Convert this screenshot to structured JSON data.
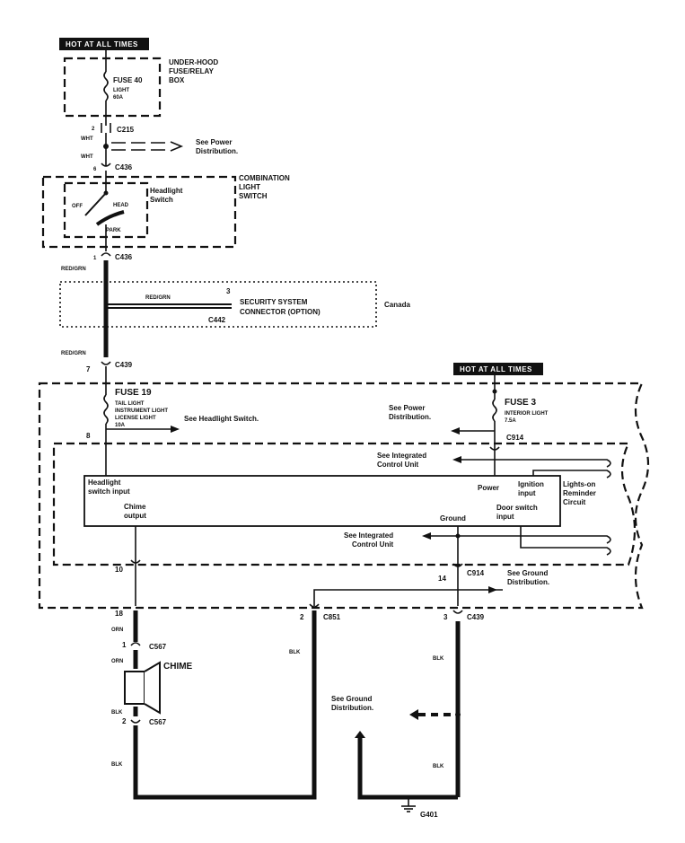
{
  "banners": {
    "hot_top": "HOT AT ALL TIMES",
    "hot_right": "HOT AT ALL TIMES"
  },
  "fusebox": {
    "name_line1": "UNDER-HOOD",
    "name_line2": "FUSE/RELAY",
    "name_line3": "BOX",
    "fuse": "FUSE 40",
    "fuse_sub1": "LIGHT",
    "fuse_sub2": "60A"
  },
  "connectors": {
    "c215": "C215",
    "c436a": "C436",
    "c436b": "C436",
    "c442": "C442",
    "c439a": "C439",
    "c914a": "C914",
    "c914b": "C914",
    "c851": "C851",
    "c439b": "C439",
    "c567a": "C567",
    "c567b": "C567",
    "g401": "G401"
  },
  "pins": {
    "p2a": "2",
    "p6": "6",
    "p1a": "1",
    "p3a": "3",
    "p7": "7",
    "p8": "8",
    "p10": "10",
    "p14": "14",
    "p18": "18",
    "p2b": "2",
    "p3b": "3",
    "p1b": "1",
    "p2c": "2"
  },
  "wires": {
    "wht1": "WHT",
    "wht2": "WHT",
    "redgrn1": "RED/GRN",
    "redgrn2": "RED/GRN",
    "redgrn3": "RED/GRN",
    "orn1": "ORN",
    "orn2": "ORN",
    "blk1": "BLK",
    "blk2": "BLK",
    "blk3": "BLK",
    "blk4": "BLK",
    "blk5": "BLK"
  },
  "refs": {
    "power_dist_1a": "See Power",
    "power_dist_1b": "Distribution.",
    "headlight_switch": "See Headlight Switch.",
    "power_dist_2a": "See Power",
    "power_dist_2b": "Distribution.",
    "icu1a": "See Integrated",
    "icu1b": "Control Unit",
    "icu2a": "See  Integrated",
    "icu2b": "Control Unit",
    "gnd_dist_1a": "See Ground",
    "gnd_dist_1b": "Distribution.",
    "gnd_dist_2a": "See Ground",
    "gnd_dist_2b": "Distribution."
  },
  "switch": {
    "name_line1": "COMBINATION",
    "name_line2": "LIGHT",
    "name_line3": "SWITCH",
    "label_line1": "Headlight",
    "label_line2": "Switch",
    "off": "OFF",
    "head": "HEAD",
    "park": "PARK"
  },
  "security": {
    "wire": "RED/GRN",
    "line1": "SECURITY SYSTEM",
    "line2": "CONNECTOR (OPTION)",
    "region": "Canada"
  },
  "fuse19": {
    "name": "FUSE  19",
    "sub1": "TAIL LIGHT",
    "sub2": "INSTRUMENT LIGHT",
    "sub3": "LICENSE LIGHT",
    "sub4": "10A"
  },
  "fuse3": {
    "name": "FUSE  3",
    "sub1": "INTERIOR LIGHT",
    "sub2": "7.5A"
  },
  "module": {
    "headlight_in_1": "Headlight",
    "headlight_in_2": "switch input",
    "chime_out_1": "Chime",
    "chime_out_2": "output",
    "power": "Power",
    "ignition_1": "Ignition",
    "ignition_2": "input",
    "ground": "Ground",
    "door_1": "Door switch",
    "door_2": "input",
    "circuit_1": "Lights-on",
    "circuit_2": "Reminder",
    "circuit_3": "Circuit"
  },
  "chime": {
    "label": "CHIME"
  }
}
